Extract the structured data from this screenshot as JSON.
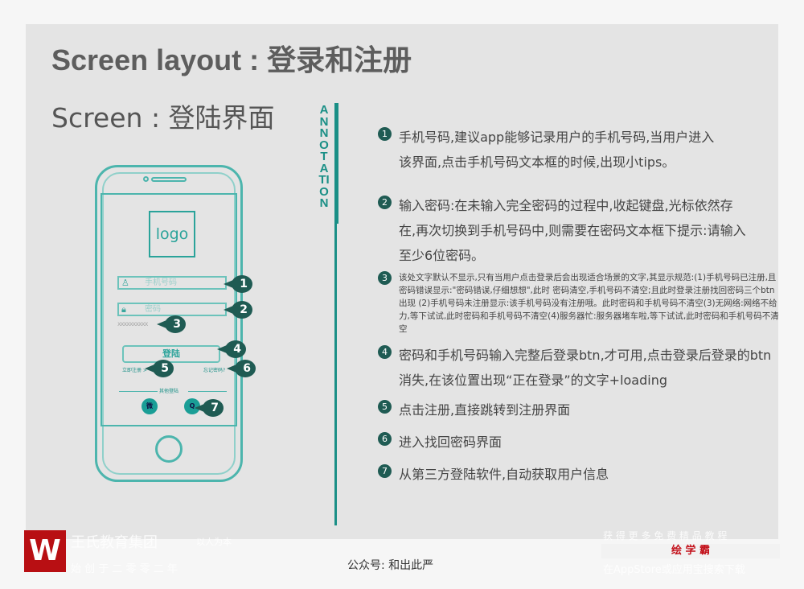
{
  "header": {
    "title": "Screen layout : 登录和注册",
    "subtitle": "Screen : 登陆界面",
    "annotation_label": "ANNOTATION"
  },
  "phone": {
    "logo": "logo",
    "phone_placeholder": "手机号码",
    "password_placeholder": "密码",
    "error_placeholder": "xxxxxxxxxx",
    "login_button": "登陆",
    "register_link": "立即注册 >",
    "forgot_link": "忘记密码?",
    "other_login": "其他登陆",
    "wechat": "微",
    "qq": "Q",
    "markers": [
      "1",
      "2",
      "3",
      "4",
      "5",
      "6",
      "7"
    ]
  },
  "annotations": [
    {
      "num": "1",
      "text": "手机号码,建议app能够记录用户的手机号码,当用户进入该界面,点击手机号码文本框的时候,出现小tips。"
    },
    {
      "num": "2",
      "text": "输入密码:在未输入完全密码的过程中,收起键盘,光标依然存在,再次切换到手机号码中,则需要在密码文本框下提示:请输入至少6位密码。"
    },
    {
      "num": "3",
      "text": "该处文字默认不显示,只有当用户点击登录后会出现适合场景的文字,其显示规范:(1)手机号码已注册,且密码错误显示:\"密码错误,仔细想想\",此时 密码清空,手机号码不清空;且此时登录注册找回密码三个btn出现 (2)手机号码未注册显示:该手机号码没有注册哦。此时密码和手机号码不清空(3)无网络:网络不给力,等下试试,此时密码和手机号码不清空(4)服务器忙:服务器堵车啦,等下试试,此时密码和手机号码不清空"
    },
    {
      "num": "4",
      "text": "密码和手机号码输入完整后登录btn,才可用,点击登录后登录的btn消失,在该位置出现“正在登录”的文字+loading"
    },
    {
      "num": "5",
      "text": "点击注册,直接跳转到注册界面"
    },
    {
      "num": "6",
      "text": "进入找回密码界面"
    },
    {
      "num": "7",
      "text": "从第三方登陆软件,自动获取用户信息"
    }
  ],
  "footer": {
    "logo": "W",
    "org": "王氏教育集团",
    "motto": "以人为本",
    "founded": "始 创 于 二 零 零 二 年",
    "public_account": "公众号:  和出此严",
    "promo": "获 得 更 多 免 费 精 品 教 程",
    "brand": "绘 学 霸",
    "download": "在AppStore或应用宝搜索下载"
  },
  "colors": {
    "teal": "#1a9e96",
    "marker": "#1f5b53",
    "brand_red": "#b80f13"
  }
}
